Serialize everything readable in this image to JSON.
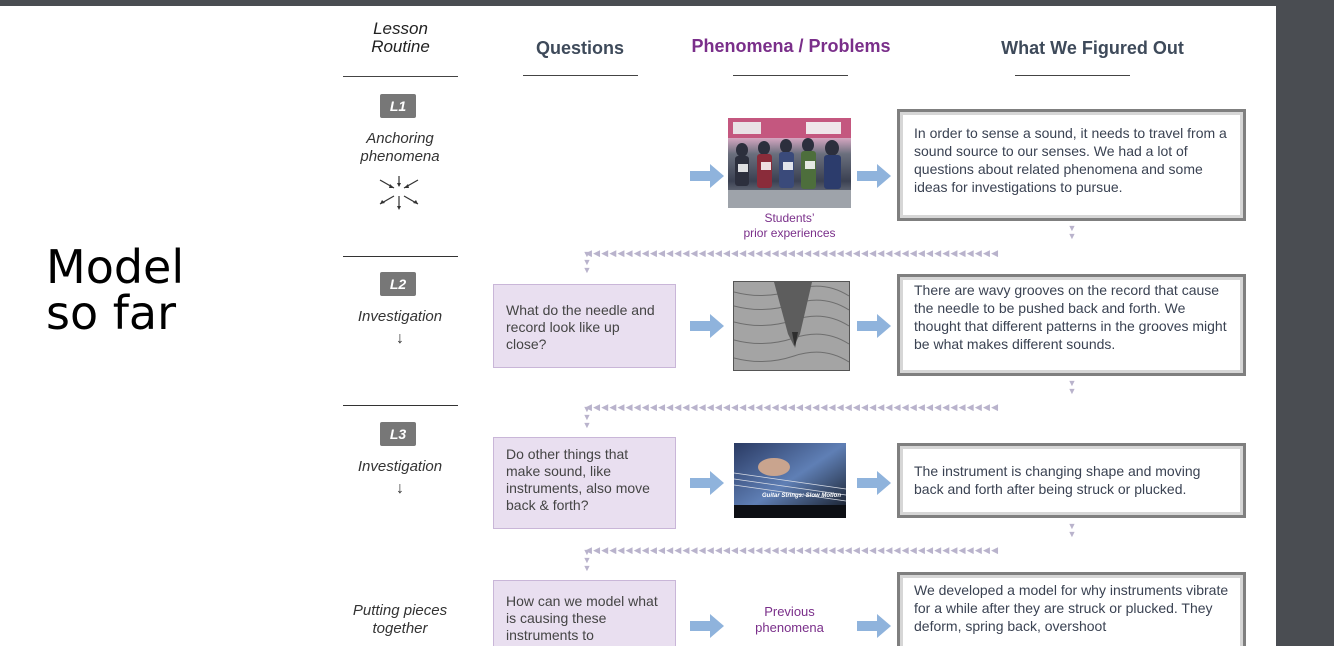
{
  "side_title": {
    "line1": "Model",
    "line2": "so far"
  },
  "headers": {
    "routine_line1": "Lesson",
    "routine_line2": "Routine",
    "questions": "Questions",
    "phenomena": "Phenomena / Problems",
    "figured": "What We Figured Out"
  },
  "rows": [
    {
      "badge": "L1",
      "stage_line1": "Anchoring",
      "stage_line2": "phenomena",
      "question": "",
      "caption_line1": "Students’",
      "caption_line2": "prior experiences",
      "figured": "In order to sense a sound, it needs to travel from a sound source to our senses. We had a lot of questions about related phenomena and some ideas for investigations to pursue."
    },
    {
      "badge": "L2",
      "stage_line1": "Investigation",
      "arrow": "↓",
      "question": "What do the needle and record look like up close?",
      "figured": "There are wavy grooves on the record that cause the needle to be pushed back and forth. We thought that different patterns in the grooves might be what makes different sounds."
    },
    {
      "badge": "L3",
      "stage_line1": "Investigation",
      "arrow": "↓",
      "question": "Do other things that make sound, like instruments, also move back & forth?",
      "photo_overlay": "Guitar Strings: Slow Motion",
      "figured": "The instrument is changing shape and moving back and forth after being struck or plucked."
    },
    {
      "stage_line1": "Putting pieces",
      "stage_line2": "together",
      "question": "How can we model what is causing these instruments to",
      "caption_line1": "Previous",
      "caption_line2": "phenomena",
      "figured": "We developed a model for why instruments vibrate for a while after they are struck or plucked. They deform, spring back, overshoot"
    }
  ],
  "colors": {
    "arrow_blue": "#8fb3dc",
    "question_fill": "#e9dff0",
    "phenomena_purple": "#7a2f8a",
    "box_border": "#7f7f7f",
    "dots": "#b9b3cc",
    "background": "#4a4d52"
  },
  "icons": {
    "anchor": "converging-arrows-icon",
    "step_arrow": "arrow-right-icon"
  }
}
